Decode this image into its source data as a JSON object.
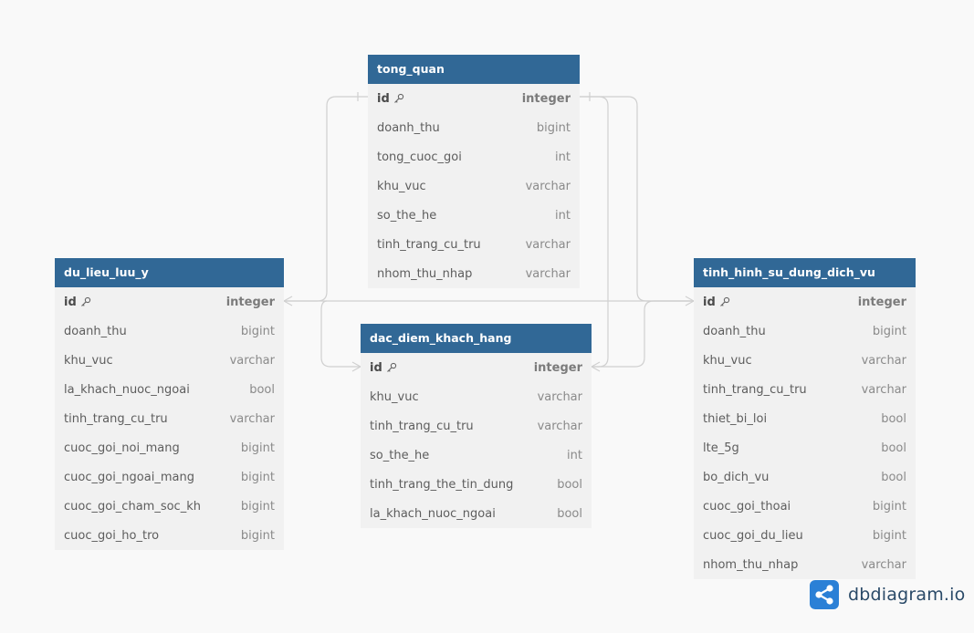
{
  "brand": {
    "name": "dbdiagram.io",
    "logo_icon": "share-nodes-icon"
  },
  "colors": {
    "header_bg": "#316896",
    "header_text": "#ffffff",
    "body_bg": "#f1f1f1",
    "canvas_bg": "#f9f9f9",
    "connector": "#d0d0d0"
  },
  "tables": [
    {
      "id": "tong_quan",
      "name": "tong_quan",
      "columns": [
        {
          "name": "id",
          "type": "integer",
          "pk": true
        },
        {
          "name": "doanh_thu",
          "type": "bigint"
        },
        {
          "name": "tong_cuoc_goi",
          "type": "int"
        },
        {
          "name": "khu_vuc",
          "type": "varchar"
        },
        {
          "name": "so_the_he",
          "type": "int"
        },
        {
          "name": "tinh_trang_cu_tru",
          "type": "varchar"
        },
        {
          "name": "nhom_thu_nhap",
          "type": "varchar"
        }
      ]
    },
    {
      "id": "du_lieu_luu_y",
      "name": "du_lieu_luu_y",
      "columns": [
        {
          "name": "id",
          "type": "integer",
          "pk": true
        },
        {
          "name": "doanh_thu",
          "type": "bigint"
        },
        {
          "name": "khu_vuc",
          "type": "varchar"
        },
        {
          "name": "la_khach_nuoc_ngoai",
          "type": "bool"
        },
        {
          "name": "tinh_trang_cu_tru",
          "type": "varchar"
        },
        {
          "name": "cuoc_goi_noi_mang",
          "type": "bigint"
        },
        {
          "name": "cuoc_goi_ngoai_mang",
          "type": "bigint"
        },
        {
          "name": "cuoc_goi_cham_soc_kh",
          "type": "bigint"
        },
        {
          "name": "cuoc_goi_ho_tro",
          "type": "bigint"
        }
      ]
    },
    {
      "id": "dac_diem_khach_hang",
      "name": "dac_diem_khach_hang",
      "columns": [
        {
          "name": "id",
          "type": "integer",
          "pk": true
        },
        {
          "name": "khu_vuc",
          "type": "varchar"
        },
        {
          "name": "tinh_trang_cu_tru",
          "type": "varchar"
        },
        {
          "name": "so_the_he",
          "type": "int"
        },
        {
          "name": "tinh_trang_the_tin_dung",
          "type": "bool"
        },
        {
          "name": "la_khach_nuoc_ngoai",
          "type": "bool"
        }
      ]
    },
    {
      "id": "tinh_hinh_su_dung_dich_vu",
      "name": "tinh_hinh_su_dung_dich_vu",
      "columns": [
        {
          "name": "id",
          "type": "integer",
          "pk": true
        },
        {
          "name": "doanh_thu",
          "type": "bigint"
        },
        {
          "name": "khu_vuc",
          "type": "varchar"
        },
        {
          "name": "tinh_trang_cu_tru",
          "type": "varchar"
        },
        {
          "name": "thiet_bi_loi",
          "type": "bool"
        },
        {
          "name": "lte_5g",
          "type": "bool"
        },
        {
          "name": "bo_dich_vu",
          "type": "bool"
        },
        {
          "name": "cuoc_goi_thoai",
          "type": "bigint"
        },
        {
          "name": "cuoc_goi_du_lieu",
          "type": "bigint"
        },
        {
          "name": "nhom_thu_nhap",
          "type": "varchar"
        }
      ]
    }
  ],
  "relationships": [
    {
      "from": "tong_quan.id",
      "from_card": "one",
      "to": "du_lieu_luu_y.id",
      "to_card": "many"
    },
    {
      "from": "tong_quan.id",
      "from_card": "one",
      "to": "dac_diem_khach_hang.id",
      "to_card": "many"
    },
    {
      "from": "tong_quan.id",
      "from_card": "one",
      "to": "tinh_hinh_su_dung_dich_vu.id",
      "to_card": "many"
    }
  ]
}
